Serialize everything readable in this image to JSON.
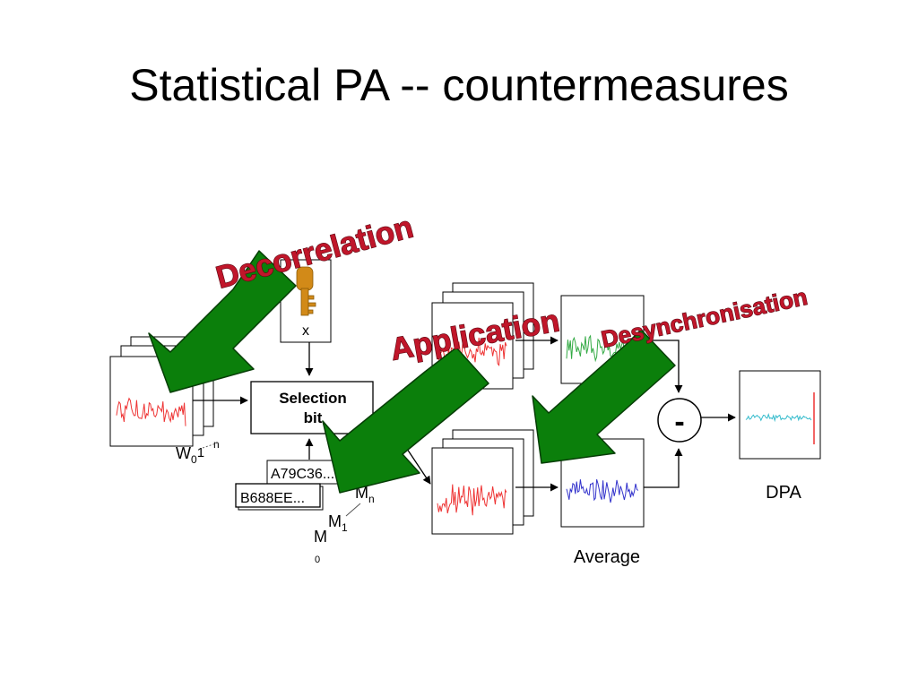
{
  "slide": {
    "title": "Statistical PA -- countermeasures"
  },
  "labels": {
    "x_label": "x",
    "selection_line1": "Selection",
    "selection_line2": "bit",
    "w_base": "W",
    "w_sub": "0",
    "w_one": "1",
    "w_sup": "n",
    "data_hex_1": "A79C36...",
    "data_hex_2": "B688EE...",
    "m_n_base": "M",
    "m_n_sub": "n",
    "m_1_base": "M",
    "m_1_sub": "1",
    "m_0_base": "M",
    "m_0_sub": "0",
    "minus": "-",
    "average": "Average",
    "dpa": "DPA"
  },
  "countermeasures": {
    "decorrelation": "Decorrelation",
    "application": "Application",
    "desynchronisation": "Desynchronisation"
  },
  "colors": {
    "arrow_green": "#0b7f0b",
    "wordart_red": "#c0162a",
    "trace_red": "#ee3333",
    "trace_green": "#33aa44",
    "trace_blue": "#3333cc",
    "trace_cyan": "#33bbcc",
    "key_gold": "#d28a18"
  },
  "icons": {
    "key": "key-icon"
  }
}
